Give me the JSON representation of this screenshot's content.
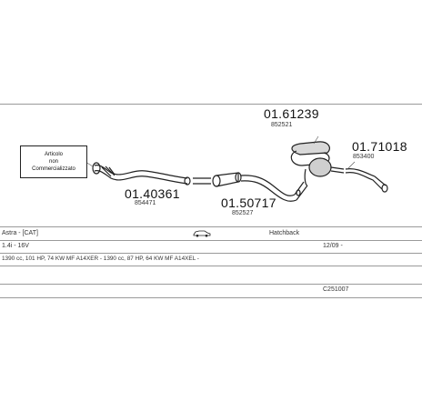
{
  "callout": {
    "line1": "Articolo",
    "line2": "non",
    "line3": "Commercializzato"
  },
  "parts": [
    {
      "code": "01.61239",
      "ref": "852521"
    },
    {
      "code": "01.71018",
      "ref": "853400"
    },
    {
      "code": "01.40361",
      "ref": "854471"
    },
    {
      "code": "01.50717",
      "ref": "852527"
    }
  ],
  "info_table": {
    "model": "Astra - [CAT]",
    "body_type": "Hatchback",
    "engine": "1.4i - 16V",
    "date": "12/09 -",
    "specs": "1390 cc, 101 HP, 74 KW MF A14XER - 1390 cc, 87 HP, 64 KW MF A14XEL -",
    "catalog_code": "C251007",
    "car_icon": "car-icon"
  }
}
